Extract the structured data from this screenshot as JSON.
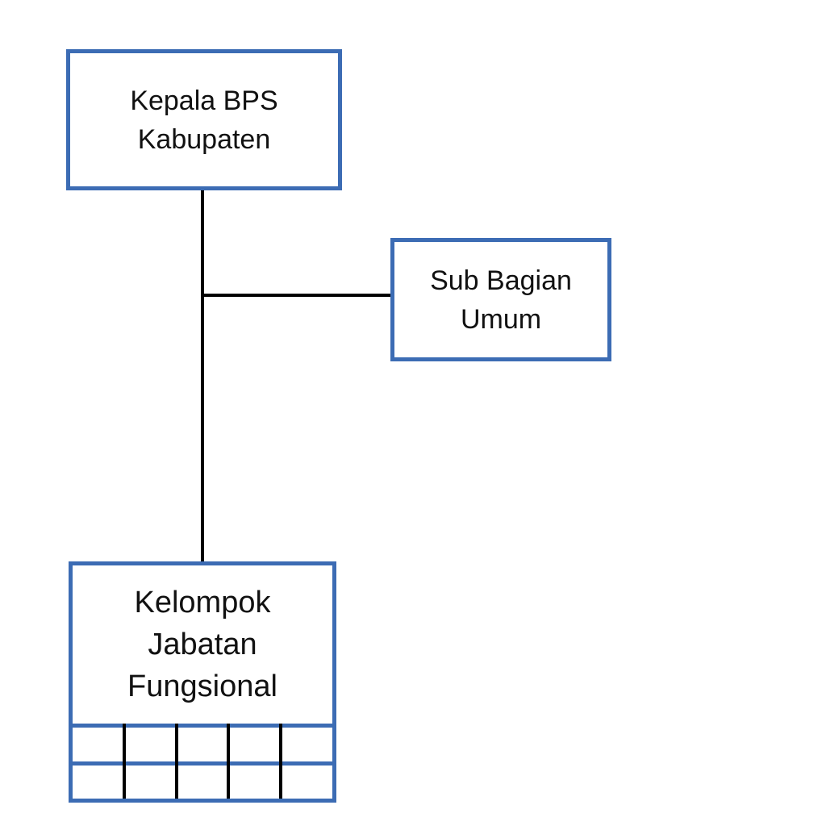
{
  "diagram": {
    "type": "org-chart",
    "background_color": "#ffffff",
    "box_border_color": "#3c6cb4",
    "connector_color": "#000000",
    "text_color": "#111111",
    "nodes": {
      "kepala_bps": {
        "label": "Kepala BPS Kabupaten",
        "lines": [
          "Kepala BPS",
          "Kabupaten"
        ]
      },
      "sub_bagian_umum": {
        "label": "Sub Bagian Umum",
        "lines": [
          "Sub Bagian",
          "Umum"
        ]
      },
      "kelompok_jabatan": {
        "label": "Kelompok Jabatan Fungsional",
        "lines": [
          "Kelompok",
          "Jabatan",
          "Fungsional"
        ],
        "grid_rows": 2,
        "grid_columns": 5
      }
    },
    "edges": [
      {
        "from": "kepala_bps",
        "to": "kelompok_jabatan",
        "style": "vertical-line"
      },
      {
        "from": "kepala_bps",
        "to": "sub_bagian_umum",
        "style": "horizontal-branch"
      }
    ]
  }
}
